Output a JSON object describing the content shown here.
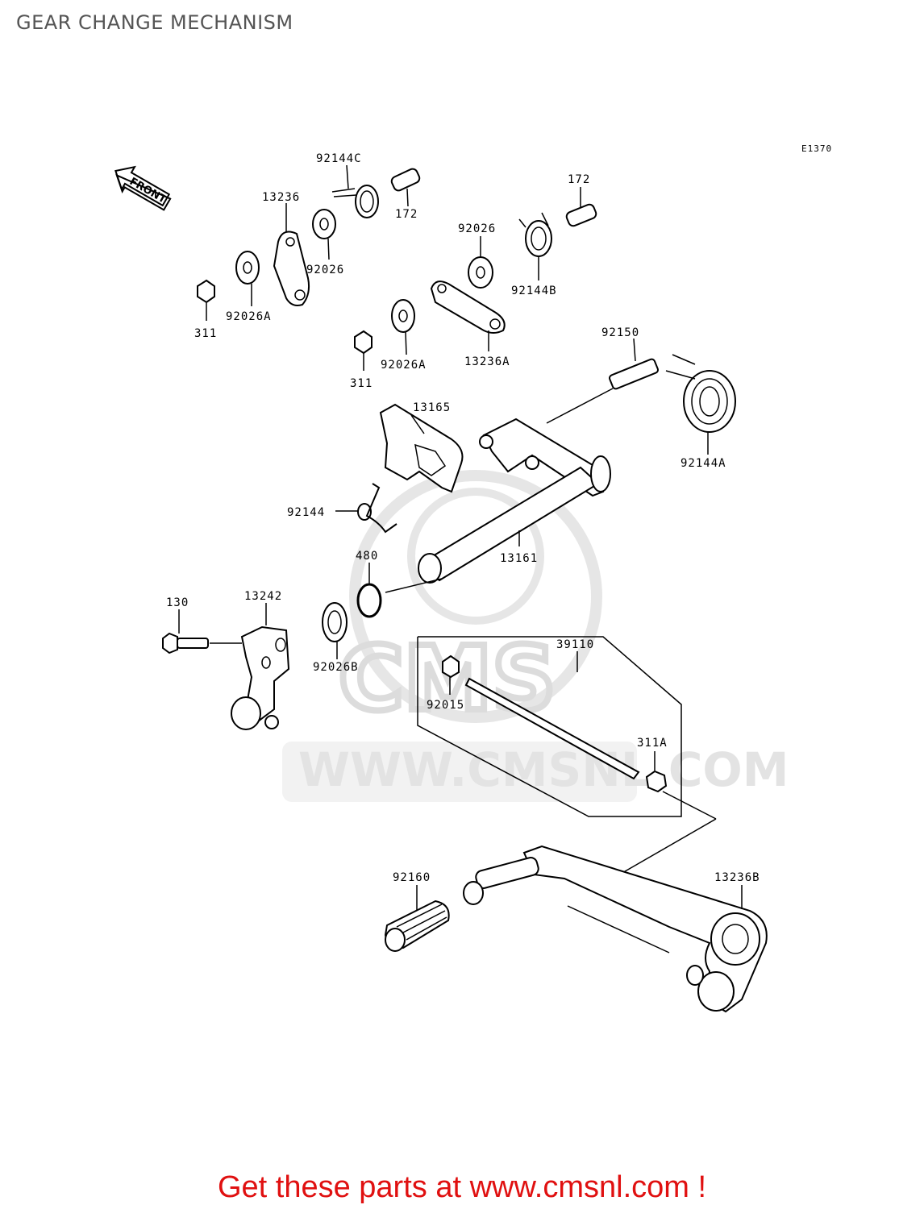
{
  "page": {
    "title": "GEAR CHANGE MECHANISM",
    "diagram_code": "E1370",
    "front_label": "FRONT",
    "footer": "Get these parts at www.cmsnl.com !",
    "watermark": "WWW.CMSNL.COM",
    "watermark_logo": "CMS"
  },
  "parts": [
    "92144C",
    "172",
    "13236",
    "92026",
    "172",
    "92026",
    "92144B",
    "92026A",
    "311",
    "92026A",
    "311",
    "13236A",
    "92150",
    "13165",
    "92144A",
    "92144",
    "13161",
    "480",
    "130",
    "13242",
    "92026B",
    "39110",
    "92015",
    "311A",
    "92160",
    "13236B"
  ],
  "colors": {
    "footer": "#e01010",
    "title": "#555555",
    "watermark": "#e3e3e3"
  }
}
